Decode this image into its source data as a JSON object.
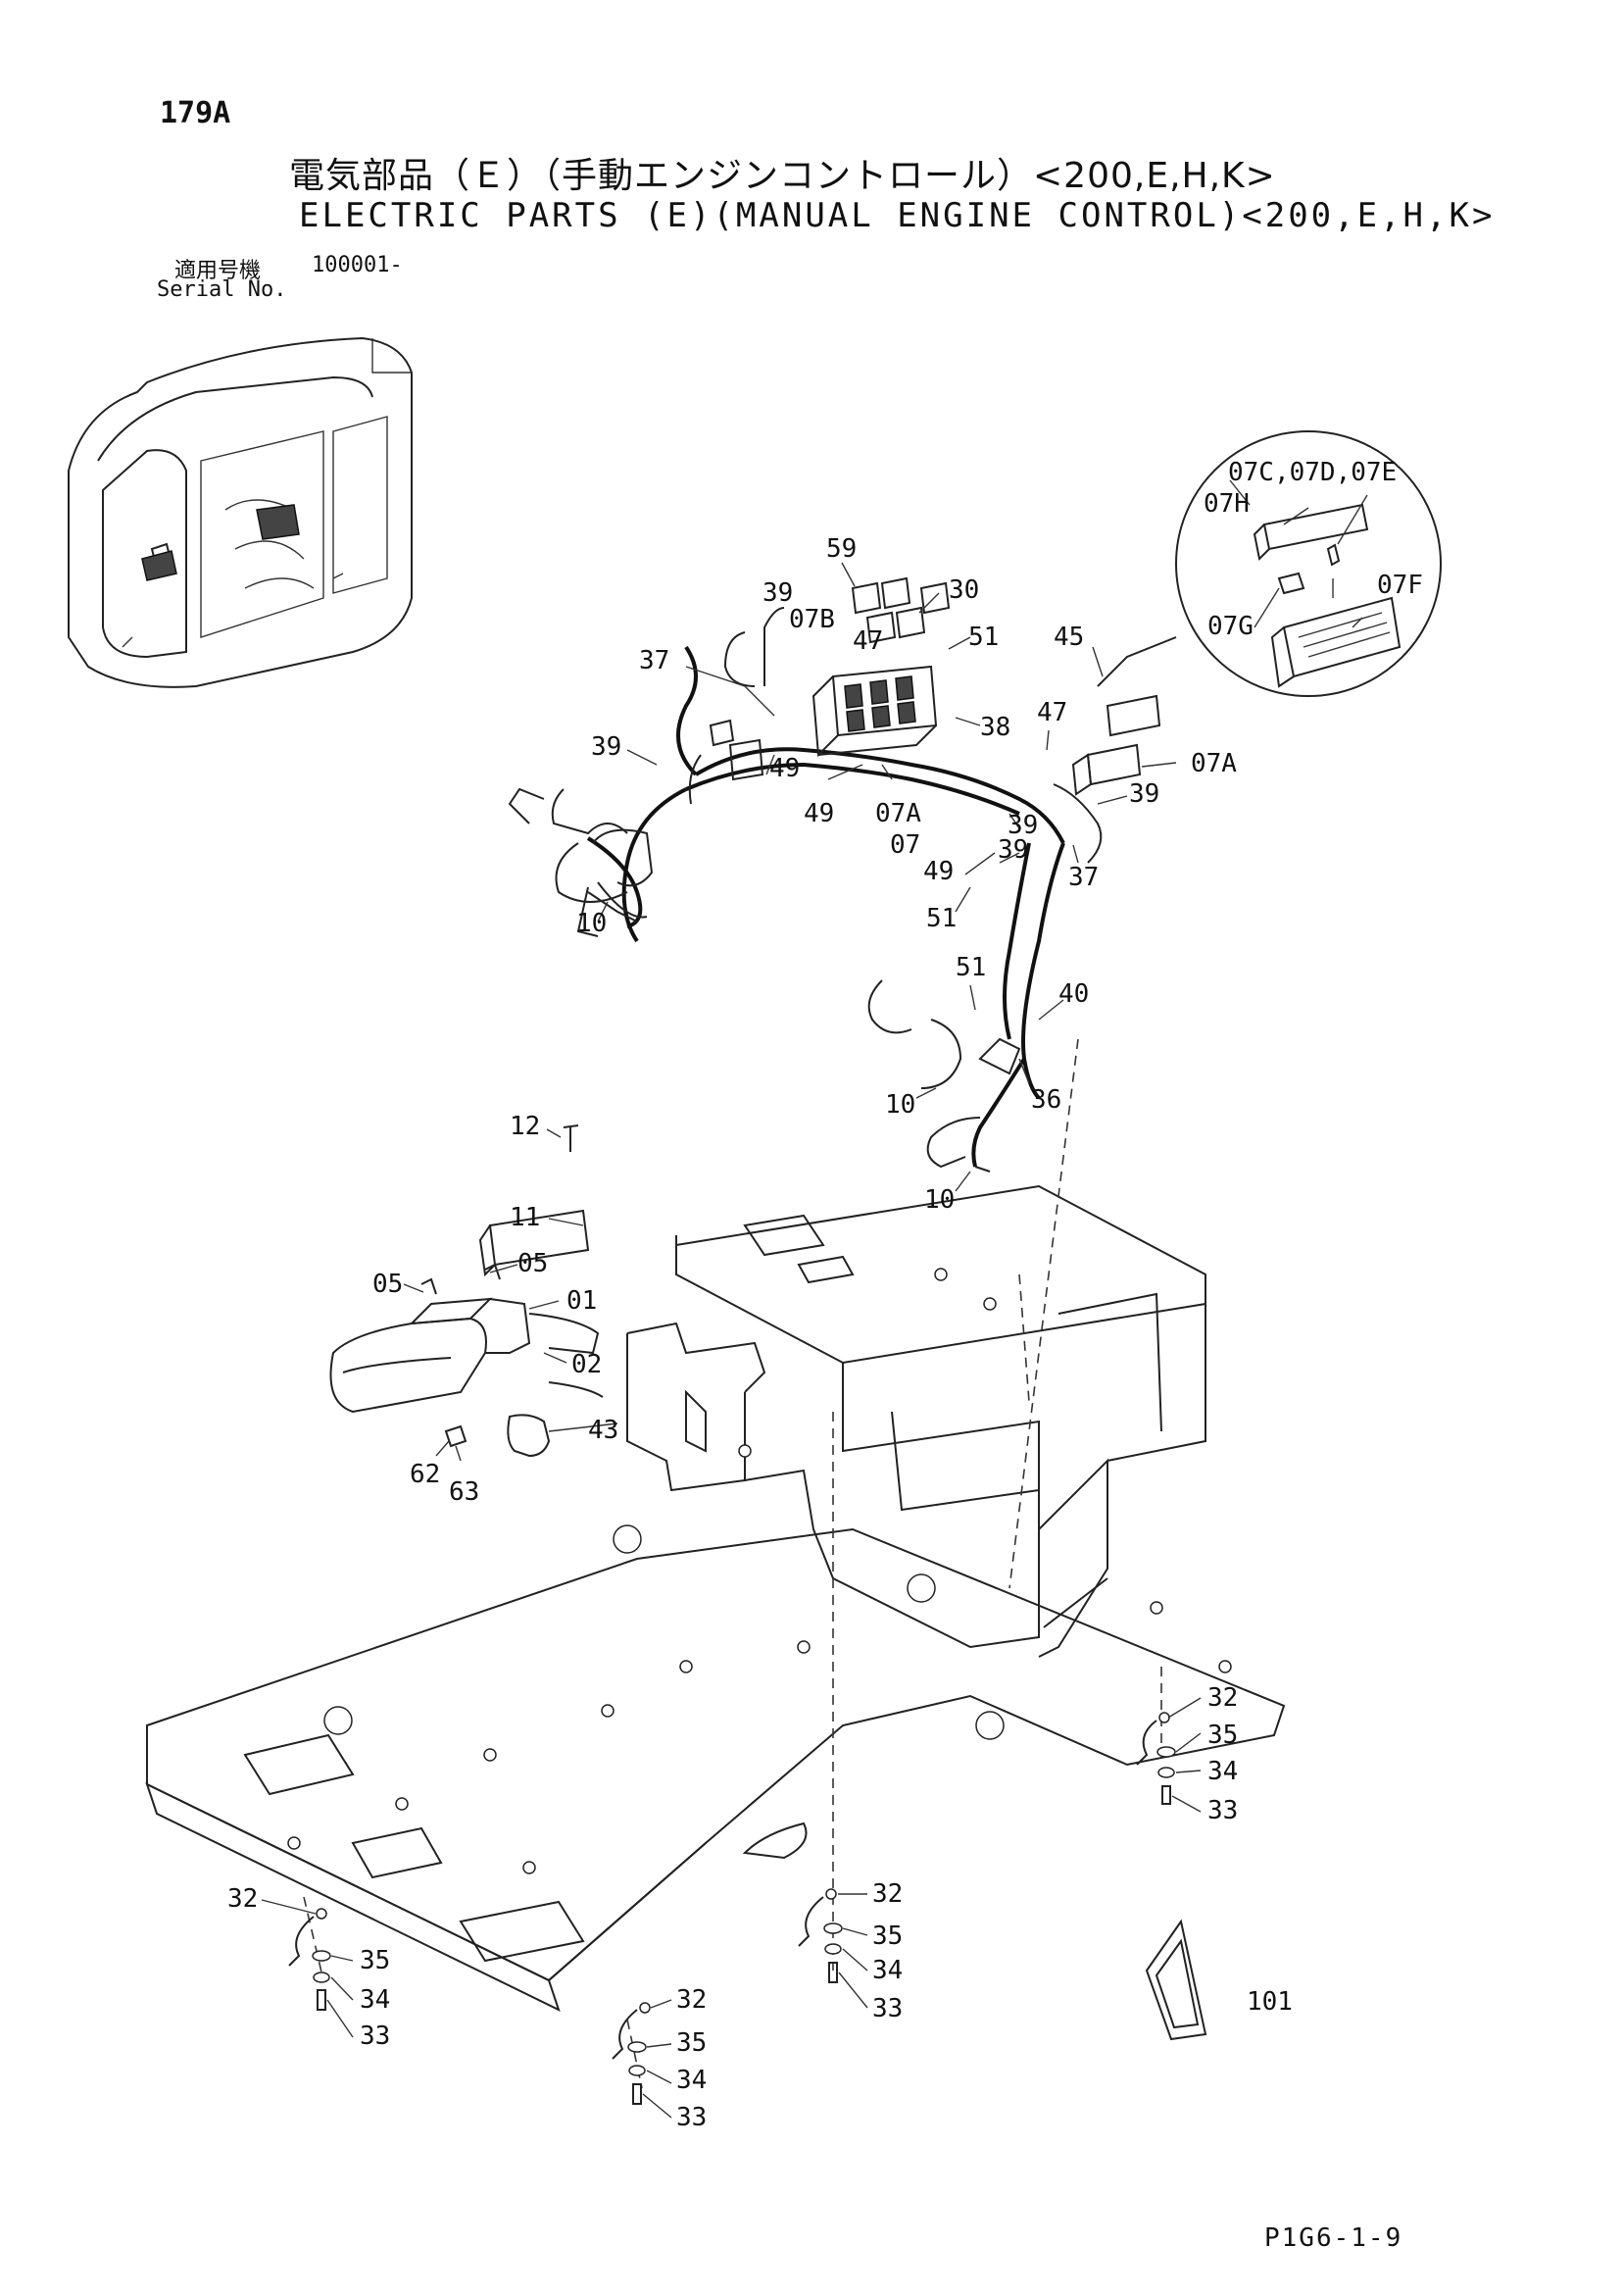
{
  "header": {
    "page_number": "179A",
    "title_jp": "電気部品（Ｅ）（手動エンジンコントロール）<200,E,H,K>",
    "title_en": "ELECTRIC PARTS (E)(MANUAL ENGINE CONTROL)<200,E,H,K>",
    "serial_label_jp": "適用号機",
    "serial_value": "100001-",
    "serial_label_en": "Serial No."
  },
  "callouts": {
    "c59": "59",
    "c30": "30",
    "c39a": "39",
    "c07b": "07B",
    "c47a": "47",
    "c51a": "51",
    "c37a": "37",
    "c38": "38",
    "c45": "45",
    "c47b": "47",
    "c39b": "39",
    "c49a": "49",
    "c49b": "49",
    "c07a1": "07A",
    "c07": "07",
    "c39c": "39",
    "c39d": "39",
    "c07a2": "07A",
    "c39e": "39",
    "c49c": "49",
    "c37b": "37",
    "c51b": "51",
    "c10a": "10",
    "c51c": "51",
    "c40": "40",
    "c36": "36",
    "c10b": "10",
    "c10c": "10",
    "c12": "12",
    "c11": "11",
    "c05a": "05",
    "c05b": "05",
    "c01": "01",
    "c02": "02",
    "c43": "43",
    "c62": "62",
    "c63": "63",
    "c07cde": "07C,07D,07E",
    "c07h": "07H",
    "c07g": "07G",
    "c07f": "07F",
    "c32a": "32",
    "c35a": "35",
    "c34a": "34",
    "c33a": "33",
    "c32b": "32",
    "c35b": "35",
    "c34b": "34",
    "c33b": "33",
    "c32c": "32",
    "c35c": "35",
    "c34c": "34",
    "c33c": "33",
    "c32d": "32",
    "c35d": "35",
    "c34d": "34",
    "c33d": "33",
    "c101": "101"
  },
  "footer": {
    "code": "P1G6-1-9"
  }
}
